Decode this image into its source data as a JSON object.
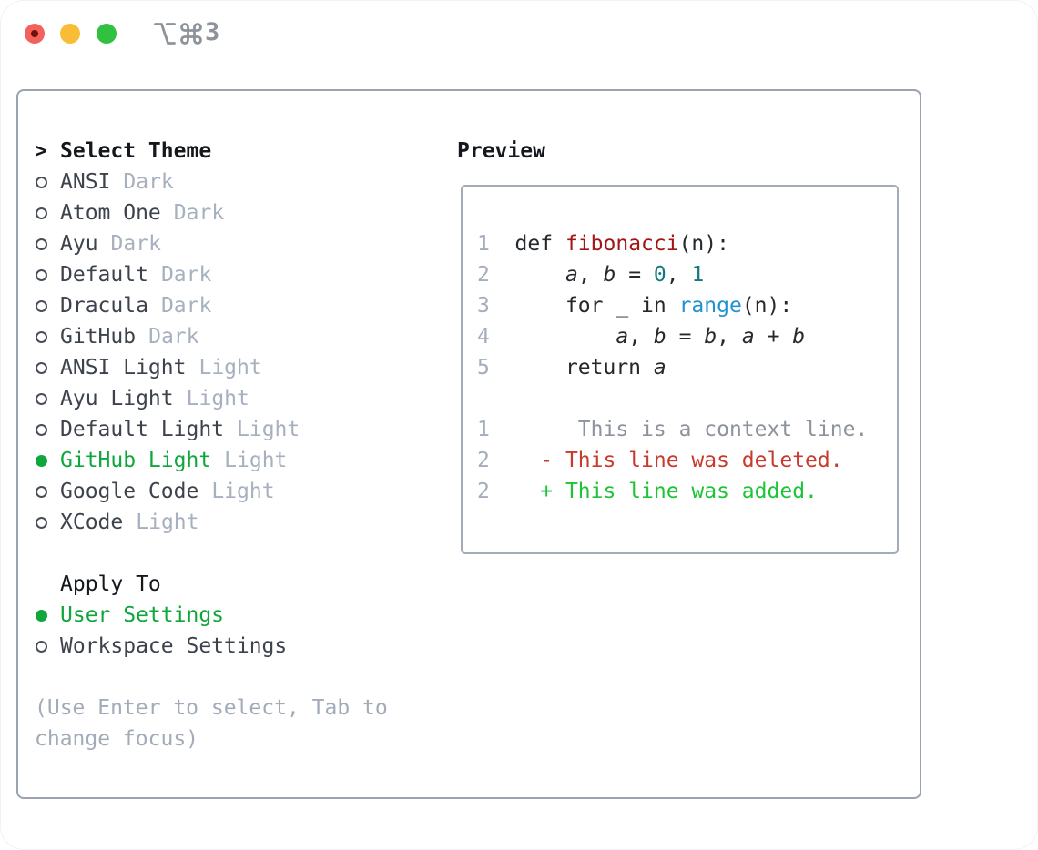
{
  "colors": {
    "accent_green": "#0fa73c",
    "added_green": "#1ec437",
    "deleted_red": "#c83a2c",
    "func_red": "#a31515",
    "number_teal": "#12797f",
    "builtin_blue": "#2292cf",
    "code_text": "#24292e",
    "item_text": "#3d434c",
    "heading_text": "#14171c",
    "radio_ring": "#474e58",
    "tag_gray": "#a7b0bf",
    "muted_gray": "#a2abb8",
    "context_gray": "#8d939c",
    "lineno_gray": "#a4adbb",
    "panel_border": "#9aa3b0",
    "preview_border": "#a3abb6",
    "titlebar_gray": "#8e939b",
    "traffic_red": "#f4605a",
    "traffic_red_dot": "#6b120c",
    "traffic_yellow": "#f9bd35",
    "traffic_green": "#2fc13f"
  },
  "window": {
    "shortcut": {
      "label": "⌥⌘3",
      "digit": "3"
    },
    "traffic_lights": [
      "close",
      "minimize",
      "maximize"
    ]
  },
  "selector": {
    "title": {
      "prompt": ">",
      "label": "Select Theme"
    },
    "themes": [
      {
        "name": "ANSI",
        "tag": "Dark",
        "selected": false
      },
      {
        "name": "Atom One",
        "tag": "Dark",
        "selected": false
      },
      {
        "name": "Ayu",
        "tag": "Dark",
        "selected": false
      },
      {
        "name": "Default",
        "tag": "Dark",
        "selected": false
      },
      {
        "name": "Dracula",
        "tag": "Dark",
        "selected": false
      },
      {
        "name": "GitHub",
        "tag": "Dark",
        "selected": false
      },
      {
        "name": "ANSI Light",
        "tag": "Light",
        "selected": false
      },
      {
        "name": "Ayu Light",
        "tag": "Light",
        "selected": false
      },
      {
        "name": "Default Light",
        "tag": "Light",
        "selected": false
      },
      {
        "name": "GitHub Light",
        "tag": "Light",
        "selected": true
      },
      {
        "name": "Google Code",
        "tag": "Light",
        "selected": false
      },
      {
        "name": "XCode",
        "tag": "Light",
        "selected": false
      }
    ],
    "apply_to": {
      "label": "Apply To",
      "options": [
        {
          "name": "User Settings",
          "selected": true
        },
        {
          "name": "Workspace Settings",
          "selected": false
        }
      ]
    },
    "hint": "(Use Enter to select, Tab to change focus)"
  },
  "preview": {
    "title": "Preview",
    "code_lines": [
      [
        [
          "1",
          "ln"
        ],
        [
          "  def ",
          "code"
        ],
        [
          "fibonacci",
          "func"
        ],
        [
          "(n):",
          "code"
        ]
      ],
      [
        [
          "2",
          "ln"
        ],
        [
          "      ",
          "code"
        ],
        [
          "a",
          "var"
        ],
        [
          ", ",
          "code"
        ],
        [
          "b",
          "var"
        ],
        [
          " = ",
          "code"
        ],
        [
          "0",
          "num"
        ],
        [
          ", ",
          "code"
        ],
        [
          "1",
          "num"
        ]
      ],
      [
        [
          "3",
          "ln"
        ],
        [
          "      for _ in ",
          "code"
        ],
        [
          "range",
          "builtin"
        ],
        [
          "(n):",
          "code"
        ]
      ],
      [
        [
          "4",
          "ln"
        ],
        [
          "          ",
          "code"
        ],
        [
          "a",
          "var"
        ],
        [
          ", ",
          "code"
        ],
        [
          "b",
          "var"
        ],
        [
          " = ",
          "code"
        ],
        [
          "b",
          "var"
        ],
        [
          ", ",
          "code"
        ],
        [
          "a",
          "var"
        ],
        [
          " + ",
          "code"
        ],
        [
          "b",
          "var"
        ]
      ],
      [
        [
          "5",
          "ln"
        ],
        [
          "      return ",
          "code"
        ],
        [
          "a",
          "var"
        ]
      ],
      [],
      [
        [
          "1",
          "ln"
        ],
        [
          "       ",
          "code"
        ],
        [
          "This is a context line.",
          "ctx"
        ]
      ],
      [
        [
          "2",
          "ln"
        ],
        [
          "    ",
          "code"
        ],
        [
          "- This line was deleted.",
          "del"
        ]
      ],
      [
        [
          "2",
          "ln"
        ],
        [
          "    ",
          "code"
        ],
        [
          "+ This line was added.",
          "add"
        ]
      ]
    ]
  }
}
